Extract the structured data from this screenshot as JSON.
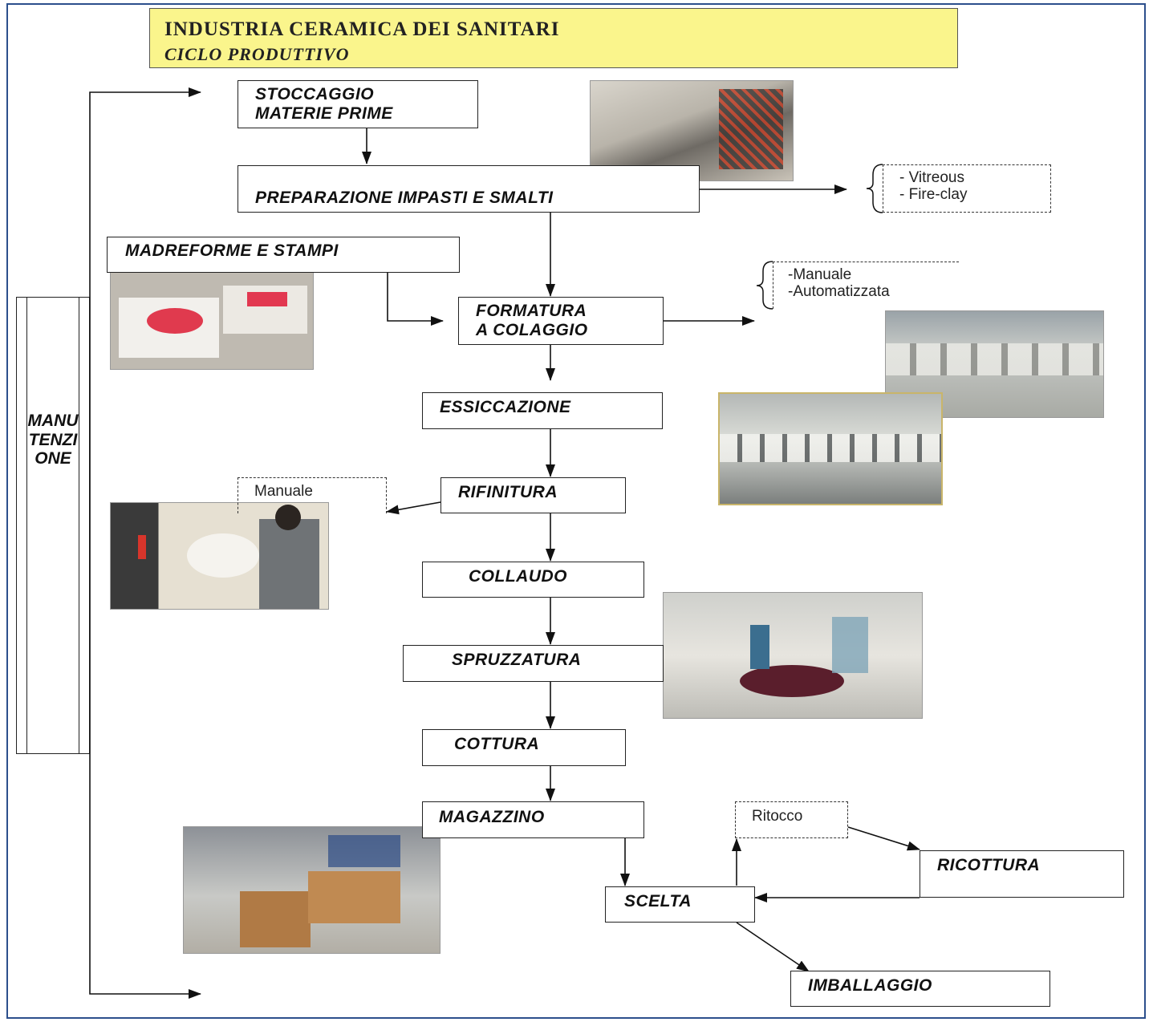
{
  "title": {
    "line1": "INDUSTRIA CERAMICA DEI SANITARI",
    "line2": "CICLO PRODUTTIVO"
  },
  "side_label": "MANUTENZIONE",
  "steps": {
    "stoccaggio_1": "STOCCAGGIO",
    "stoccaggio_2": "MATERIE PRIME",
    "preparazione": "PREPARAZIONE IMPASTI E SMALTI",
    "madreforme": "MADREFORME E STAMPI",
    "formatura_1": "FORMATURA",
    "formatura_2": "A COLAGGIO",
    "essiccazione": "ESSICCAZIONE",
    "rifinitura": "RIFINITURA",
    "collaudo": "COLLAUDO",
    "spruzzatura": "SPRUZZATURA",
    "cottura": "COTTURA",
    "magazzino": "MAGAZZINO",
    "scelta": "SCELTA",
    "ricottura": "RICOTTURA",
    "imballaggio": "IMBALLAGGIO"
  },
  "notes": {
    "impasti_1": "- Vitreous",
    "impasti_2": "- Fire-clay",
    "formatura_1": "-Manuale",
    "formatura_2": "-Automatizzata",
    "rifinitura": "Manuale",
    "ritocco": "Ritocco"
  },
  "colors": {
    "title_bg": "#faf58c",
    "frame": "#2c4f8c"
  }
}
